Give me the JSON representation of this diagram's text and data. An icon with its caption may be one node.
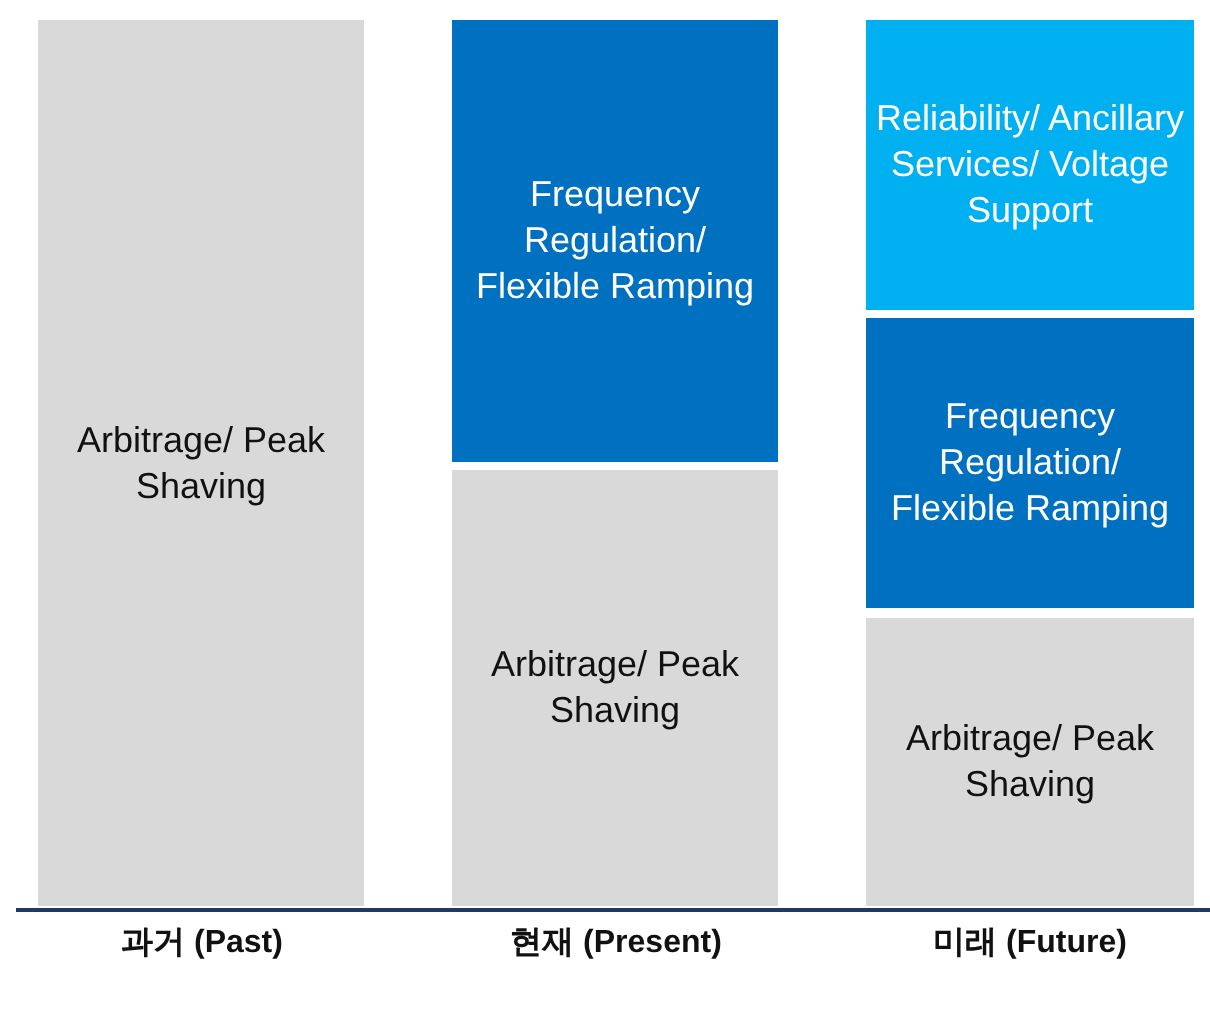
{
  "diagram": {
    "nodes": [
      {
        "text": [
          "Arbitrage/ Peak Shaving"
        ]
      },
      {
        "text": [
          "Frequency Regulation/ Flexible Ramping"
        ]
      },
      {
        "text": [
          "Arbitrage/ Peak Shaving"
        ]
      },
      {
        "text": [
          "Reliability/ Ancillary Services/ Voltage Support"
        ]
      },
      {
        "text": [
          "Frequency Regulation/ Flexible Ramping"
        ]
      },
      {
        "text": [
          "Arbitrage/ Peak Shaving"
        ]
      }
    ],
    "labels": [
      "과거 (Past)",
      "현재 (Present)",
      "미래 (Future)"
    ]
  }
}
